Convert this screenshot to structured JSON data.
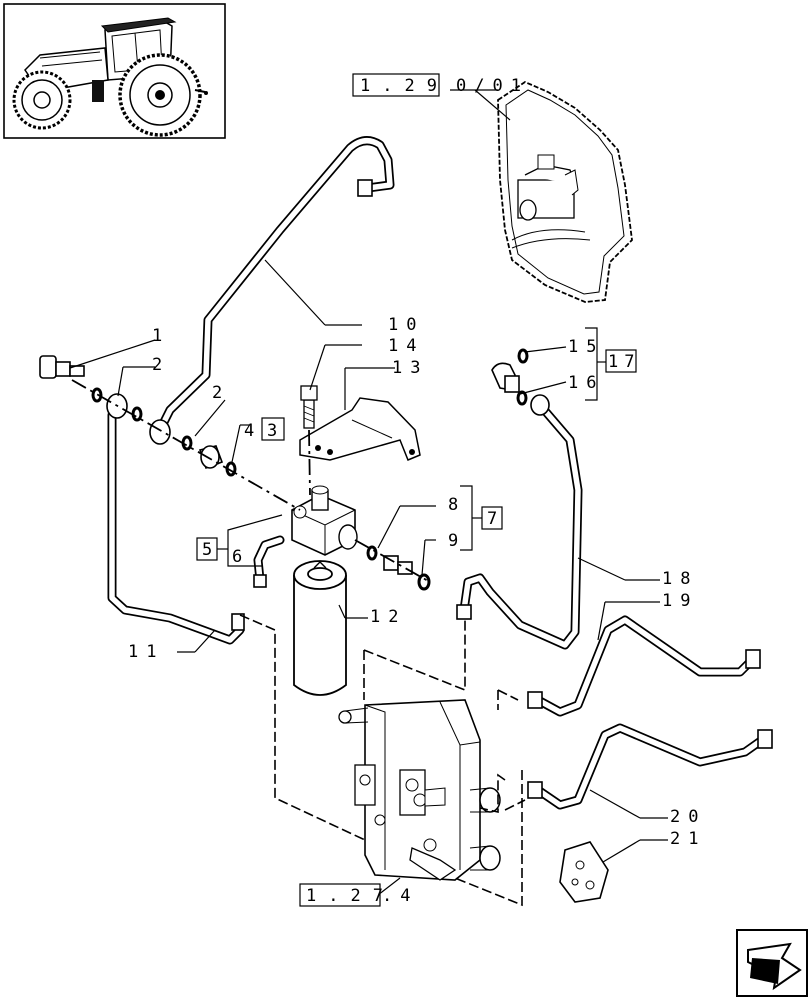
{
  "callouts": [
    {
      "id": "c1",
      "text": "1"
    },
    {
      "id": "c2a",
      "text": "2"
    },
    {
      "id": "c2b",
      "text": "2"
    },
    {
      "id": "c4",
      "text": "4"
    },
    {
      "id": "c3",
      "text": "3"
    },
    {
      "id": "c5",
      "text": "5"
    },
    {
      "id": "c6",
      "text": "6"
    },
    {
      "id": "c8",
      "text": "8"
    },
    {
      "id": "c9",
      "text": "9"
    },
    {
      "id": "c7",
      "text": "7"
    },
    {
      "id": "c10",
      "text": "10"
    },
    {
      "id": "c11",
      "text": "11"
    },
    {
      "id": "c12",
      "text": "12"
    },
    {
      "id": "c13",
      "text": "13"
    },
    {
      "id": "c14",
      "text": "14"
    },
    {
      "id": "c15",
      "text": "15"
    },
    {
      "id": "c16",
      "text": "16"
    },
    {
      "id": "c17",
      "text": "17"
    },
    {
      "id": "c18",
      "text": "18"
    },
    {
      "id": "c19",
      "text": "19"
    },
    {
      "id": "c20",
      "text": "20"
    },
    {
      "id": "c21",
      "text": "21"
    }
  ],
  "references": {
    "top_ref_box": "1.29",
    "top_ref_tail": "0/01",
    "bottom_ref_box": "1.27",
    "bottom_ref_tail": ".4"
  },
  "icons": {
    "thumbnail": "tractor-icon",
    "nav": "next-page-arrow-icon"
  }
}
